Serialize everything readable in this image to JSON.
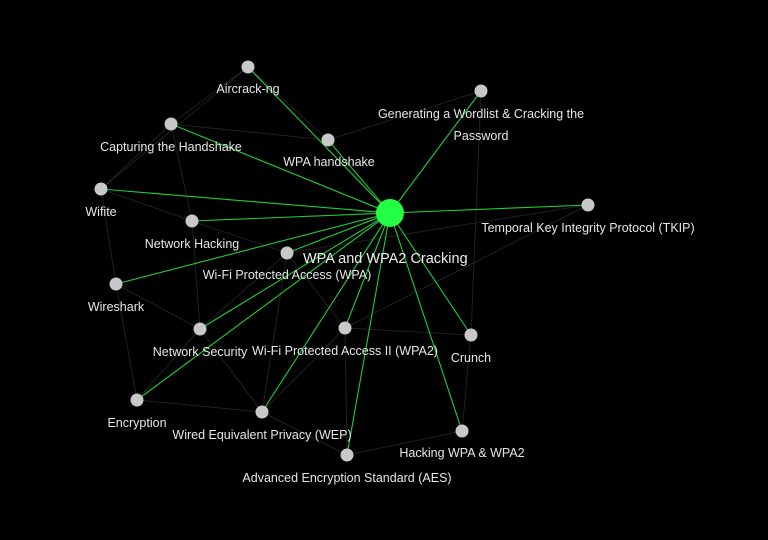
{
  "graph": {
    "colors": {
      "background": "#000000",
      "center_node": "#22ff44",
      "node": "#c8c8c8",
      "edge_highlight": "#1fcc3a",
      "edge_faint": "#2a2a2a",
      "label": "#e6e6e6"
    },
    "center": {
      "id": "center",
      "label": "WPA and WPA2 Cracking"
    },
    "nodes": [
      {
        "id": "aircrack",
        "label": "Aircrack-ng"
      },
      {
        "id": "wordlist",
        "label": [
          "Generating a Wordlist & Cracking the",
          "Password"
        ]
      },
      {
        "id": "handshake-capture",
        "label": "Capturing the Handshake"
      },
      {
        "id": "wpa-handshake",
        "label": "WPA handshake"
      },
      {
        "id": "wifite",
        "label": "Wifite"
      },
      {
        "id": "tkip",
        "label": "Temporal Key Integrity Protocol (TKIP)"
      },
      {
        "id": "network-hacking",
        "label": "Network Hacking"
      },
      {
        "id": "wpa",
        "label": "Wi-Fi Protected Access (WPA)"
      },
      {
        "id": "wireshark",
        "label": "Wireshark"
      },
      {
        "id": "network-security",
        "label": "Network Security"
      },
      {
        "id": "wpa2",
        "label": "Wi-Fi Protected Access II (WPA2)"
      },
      {
        "id": "crunch",
        "label": "Crunch"
      },
      {
        "id": "encryption",
        "label": "Encryption"
      },
      {
        "id": "wep",
        "label": "Wired Equivalent Privacy (WEP)"
      },
      {
        "id": "hacking-wpa",
        "label": "Hacking WPA & WPA2"
      },
      {
        "id": "aes",
        "label": "Advanced Encryption Standard (AES)"
      }
    ],
    "edges_highlight": [
      [
        "center",
        "aircrack"
      ],
      [
        "center",
        "wordlist"
      ],
      [
        "center",
        "handshake-capture"
      ],
      [
        "center",
        "wpa-handshake"
      ],
      [
        "center",
        "wifite"
      ],
      [
        "center",
        "tkip"
      ],
      [
        "center",
        "network-hacking"
      ],
      [
        "center",
        "wpa"
      ],
      [
        "center",
        "wireshark"
      ],
      [
        "center",
        "network-security"
      ],
      [
        "center",
        "wpa2"
      ],
      [
        "center",
        "crunch"
      ],
      [
        "center",
        "encryption"
      ],
      [
        "center",
        "wep"
      ],
      [
        "center",
        "hacking-wpa"
      ],
      [
        "center",
        "aes"
      ]
    ],
    "edges_faint": [
      [
        "aircrack",
        "handshake-capture"
      ],
      [
        "aircrack",
        "wpa-handshake"
      ],
      [
        "aircrack",
        "wifite"
      ],
      [
        "handshake-capture",
        "wpa-handshake"
      ],
      [
        "handshake-capture",
        "wifite"
      ],
      [
        "wifite",
        "network-hacking"
      ],
      [
        "wifite",
        "wireshark"
      ],
      [
        "network-hacking",
        "wpa"
      ],
      [
        "network-hacking",
        "network-security"
      ],
      [
        "wpa",
        "wpa2"
      ],
      [
        "wpa",
        "network-security"
      ],
      [
        "wpa",
        "wep"
      ],
      [
        "wpa2",
        "wep"
      ],
      [
        "wpa2",
        "aes"
      ],
      [
        "wpa2",
        "crunch"
      ],
      [
        "network-security",
        "encryption"
      ],
      [
        "encryption",
        "wep"
      ],
      [
        "wep",
        "aes"
      ],
      [
        "encryption",
        "wireshark"
      ],
      [
        "hacking-wpa",
        "crunch"
      ],
      [
        "hacking-wpa",
        "aes"
      ],
      [
        "wordlist",
        "wpa-handshake"
      ],
      [
        "wordlist",
        "crunch"
      ],
      [
        "tkip",
        "wpa"
      ],
      [
        "tkip",
        "wpa2"
      ],
      [
        "network-security",
        "wep"
      ],
      [
        "wireshark",
        "network-security"
      ],
      [
        "handshake-capture",
        "network-hacking"
      ]
    ]
  }
}
